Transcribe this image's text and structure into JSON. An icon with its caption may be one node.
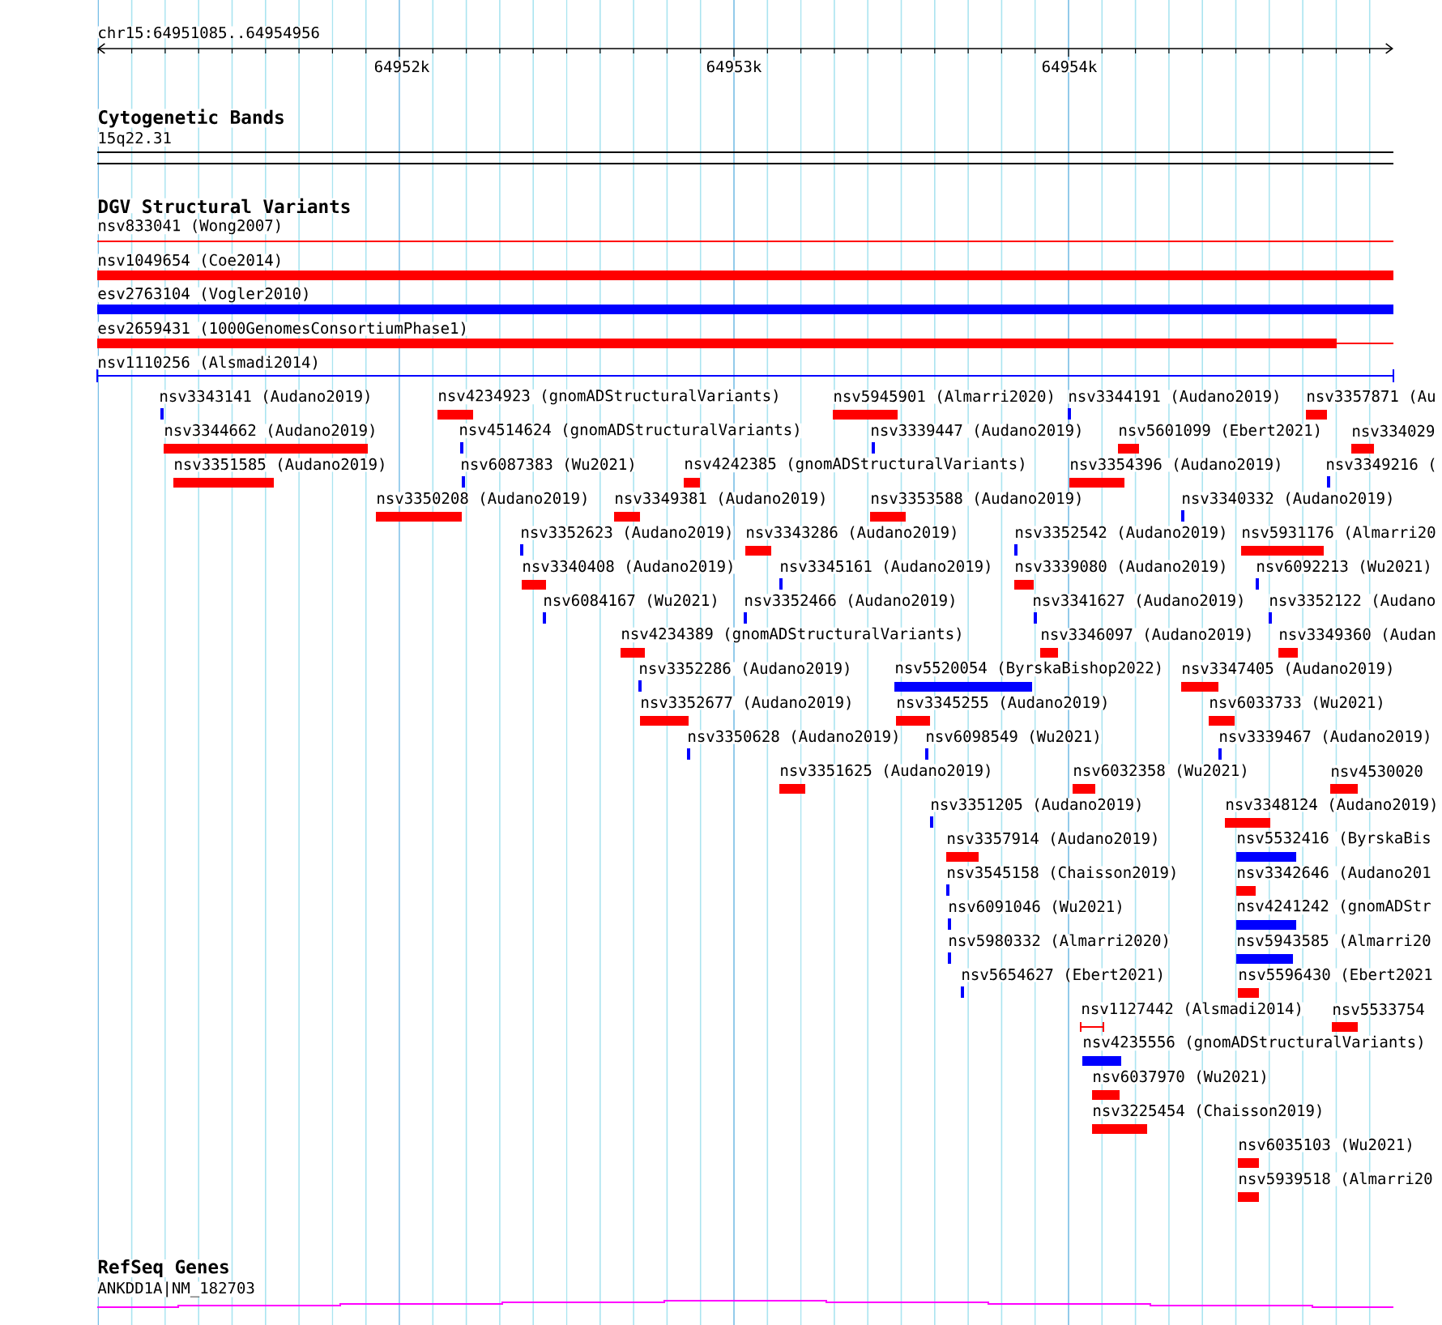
{
  "diagram": {
    "labels": [
      "chr15:64951085..64954956",
      "64952k",
      "64953k",
      "64954k",
      "Cytogenetic Bands",
      "15q22.31",
      "DGV Structural Variants",
      "nsv833041 (Wong2007)",
      "nsv1049654 (Coe2014)",
      "esv2763104 (Vogler2010)",
      "esv2659431 (1000GenomesConsortiumPhase1)",
      "nsv1110256 (Alsmadi2014)",
      "nsv3343141 (Audano2019)",
      "nsv4234923 (gnomADStructuralVariants)",
      "nsv5945901 (Almarri2020)",
      "nsv3344191 (Audano2019)",
      "nsv3357871 (Au",
      "nsv3344662 (Audano2019)",
      "nsv4514624 (gnomADStructuralVariants)",
      "nsv3339447 (Audano2019)",
      "nsv5601099 (Ebert2021)",
      "nsv334029",
      "nsv3351585 (Audano2019)",
      "nsv6087383 (Wu2021)",
      "nsv4242385 (gnomADStructuralVariants)",
      "nsv3354396 (Audano2019)",
      "nsv3349216 (",
      "nsv3350208 (Audano2019)",
      "nsv3349381 (Audano2019)",
      "nsv3353588 (Audano2019)",
      "nsv3340332 (Audano2019)",
      "nsv3352623 (Audano2019)",
      "nsv3343286 (Audano2019)",
      "nsv3352542 (Audano2019)",
      "nsv5931176 (Almarri20",
      "nsv3340408 (Audano2019)",
      "nsv3345161 (Audano2019)",
      "nsv3339080 (Audano2019)",
      "nsv6092213 (Wu2021)",
      "nsv6084167 (Wu2021)",
      "nsv3352466 (Audano2019)",
      "nsv3341627 (Audano2019)",
      "nsv3352122 (Audano",
      "nsv4234389 (gnomADStructuralVariants)",
      "nsv3346097 (Audano2019)",
      "nsv3349360 (Audan",
      "nsv3352286 (Audano2019)",
      "nsv5520054 (ByrskaBishop2022)",
      "nsv3347405 (Audano2019)",
      "nsv3352677 (Audano2019)",
      "nsv3345255 (Audano2019)",
      "nsv6033733 (Wu2021)",
      "nsv3350628 (Audano2019)",
      "nsv6098549 (Wu2021)",
      "nsv3339467 (Audano2019)",
      "nsv3351625 (Audano2019)",
      "nsv6032358 (Wu2021)",
      "nsv4530020",
      "nsv3351205 (Audano2019)",
      "nsv3348124 (Audano2019)",
      "nsv3357914 (Audano2019)",
      "nsv5532416 (ByrskaBis",
      "nsv3545158 (Chaisson2019)",
      "nsv3342646 (Audano201",
      "nsv6091046 (Wu2021)",
      "nsv4241242 (gnomADStr",
      "nsv5980332 (Almarri2020)",
      "nsv5943585 (Almarri20",
      "nsv5654627 (Ebert2021)",
      "nsv5596430 (Ebert2021",
      "nsv1127442 (Alsmadi2014)",
      "nsv5533754",
      "nsv4235556 (gnomADStructuralVariants)",
      "nsv6037970 (Wu2021)",
      "nsv3225454 (Chaisson2019)",
      "nsv6035103 (Wu2021)",
      "nsv5939518 (Almarri20",
      "RefSeq Genes",
      "ANKDD1A|NM_182703"
    ]
  }
}
